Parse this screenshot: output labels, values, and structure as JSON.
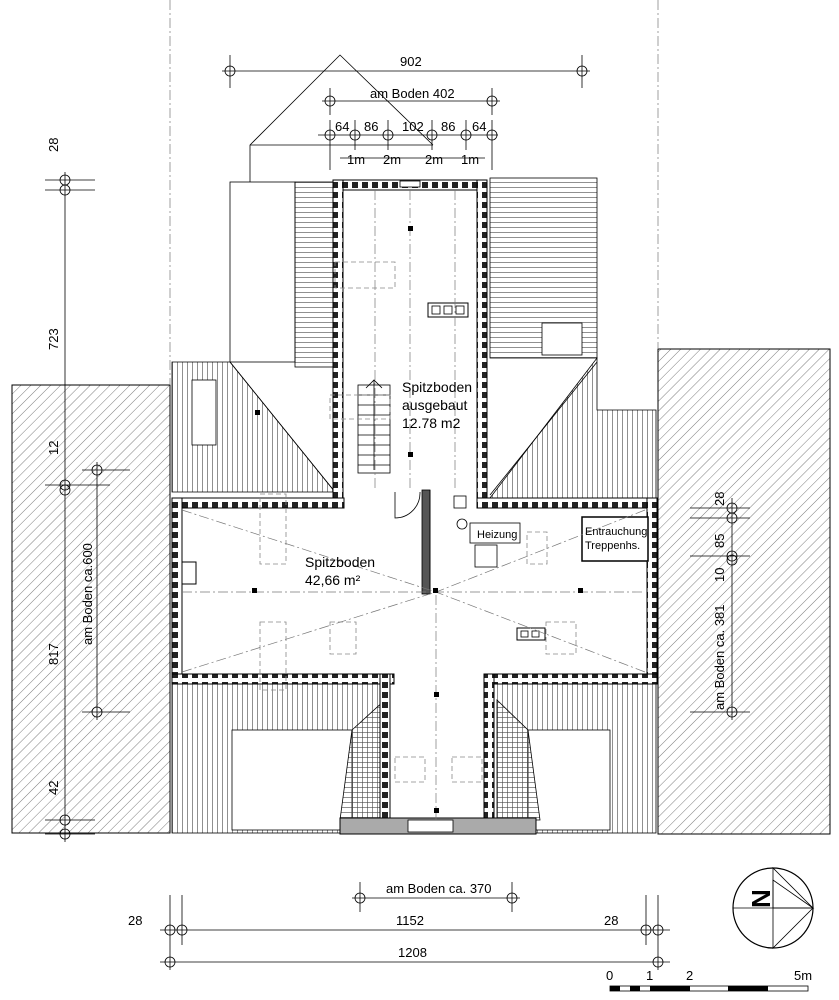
{
  "dimensions": {
    "top_total": "902",
    "top_inner": "am Boden 402",
    "top_segments": [
      "64",
      "86",
      "102",
      "86",
      "64"
    ],
    "top_heights": [
      "1m",
      "2m",
      "2m",
      "1m"
    ],
    "left_top": "28",
    "left_main": "723",
    "left_mid": "12",
    "left_lower": "817",
    "left_bottom": "42",
    "left_inner": "am Boden ca.600",
    "right_top": "28",
    "right_mid": "85",
    "right_small": "10",
    "right_inner": "am Boden ca. 381",
    "bottom_inner": "am Boden ca. 370",
    "bottom_left": "28",
    "bottom_main": "1152",
    "bottom_right": "28",
    "bottom_total": "1208"
  },
  "rooms": {
    "upper_name_1": "Spitzboden",
    "upper_name_2": "ausgebaut",
    "upper_area": "12.78 m2",
    "lower_name": "Spitzboden",
    "lower_area": "42,66 m²",
    "heating": "Heizung",
    "smoke_1": "Entrauchung",
    "smoke_2": "Treppenhs."
  },
  "compass": {
    "label": "N"
  },
  "scale_bar": {
    "ticks": [
      "0",
      "1",
      "2",
      "5m"
    ]
  }
}
